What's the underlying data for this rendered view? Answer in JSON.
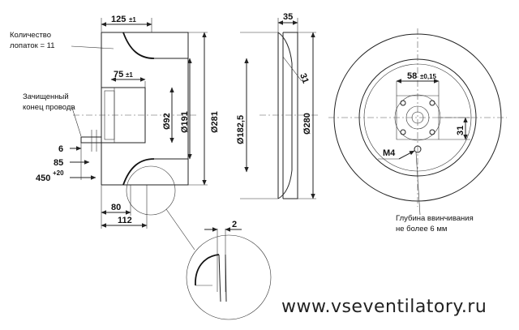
{
  "side_view": {
    "d_125": "125",
    "d_125_tol": "±1",
    "d_75": "75",
    "d_75_tol": "±1",
    "d_6": "6",
    "d_85": "85",
    "d_450": "450",
    "d_450_tol": "+20",
    "d_80": "80",
    "d_112": "112",
    "d_92": "Ø92",
    "d_191": "Ø191",
    "d_281": "Ø281"
  },
  "labels": {
    "blades_line1": "Количество",
    "blades_line2": "лопаток = 11",
    "wire_line1": "Зачищенный",
    "wire_line2": "конец провода"
  },
  "profile_view": {
    "d_35": "35",
    "d_31": "31",
    "d_182": "Ø182,5",
    "d_280": "Ø280"
  },
  "detail": {
    "d_2": "2"
  },
  "front_view": {
    "d_58": "58",
    "d_58_tol": "±0,15",
    "d_31": "31",
    "d_m4": "M4",
    "depth_line1": "Глубина ввинчивания",
    "depth_line2": "не более 6 мм"
  },
  "watermark": "www.vseventilatory.ru"
}
